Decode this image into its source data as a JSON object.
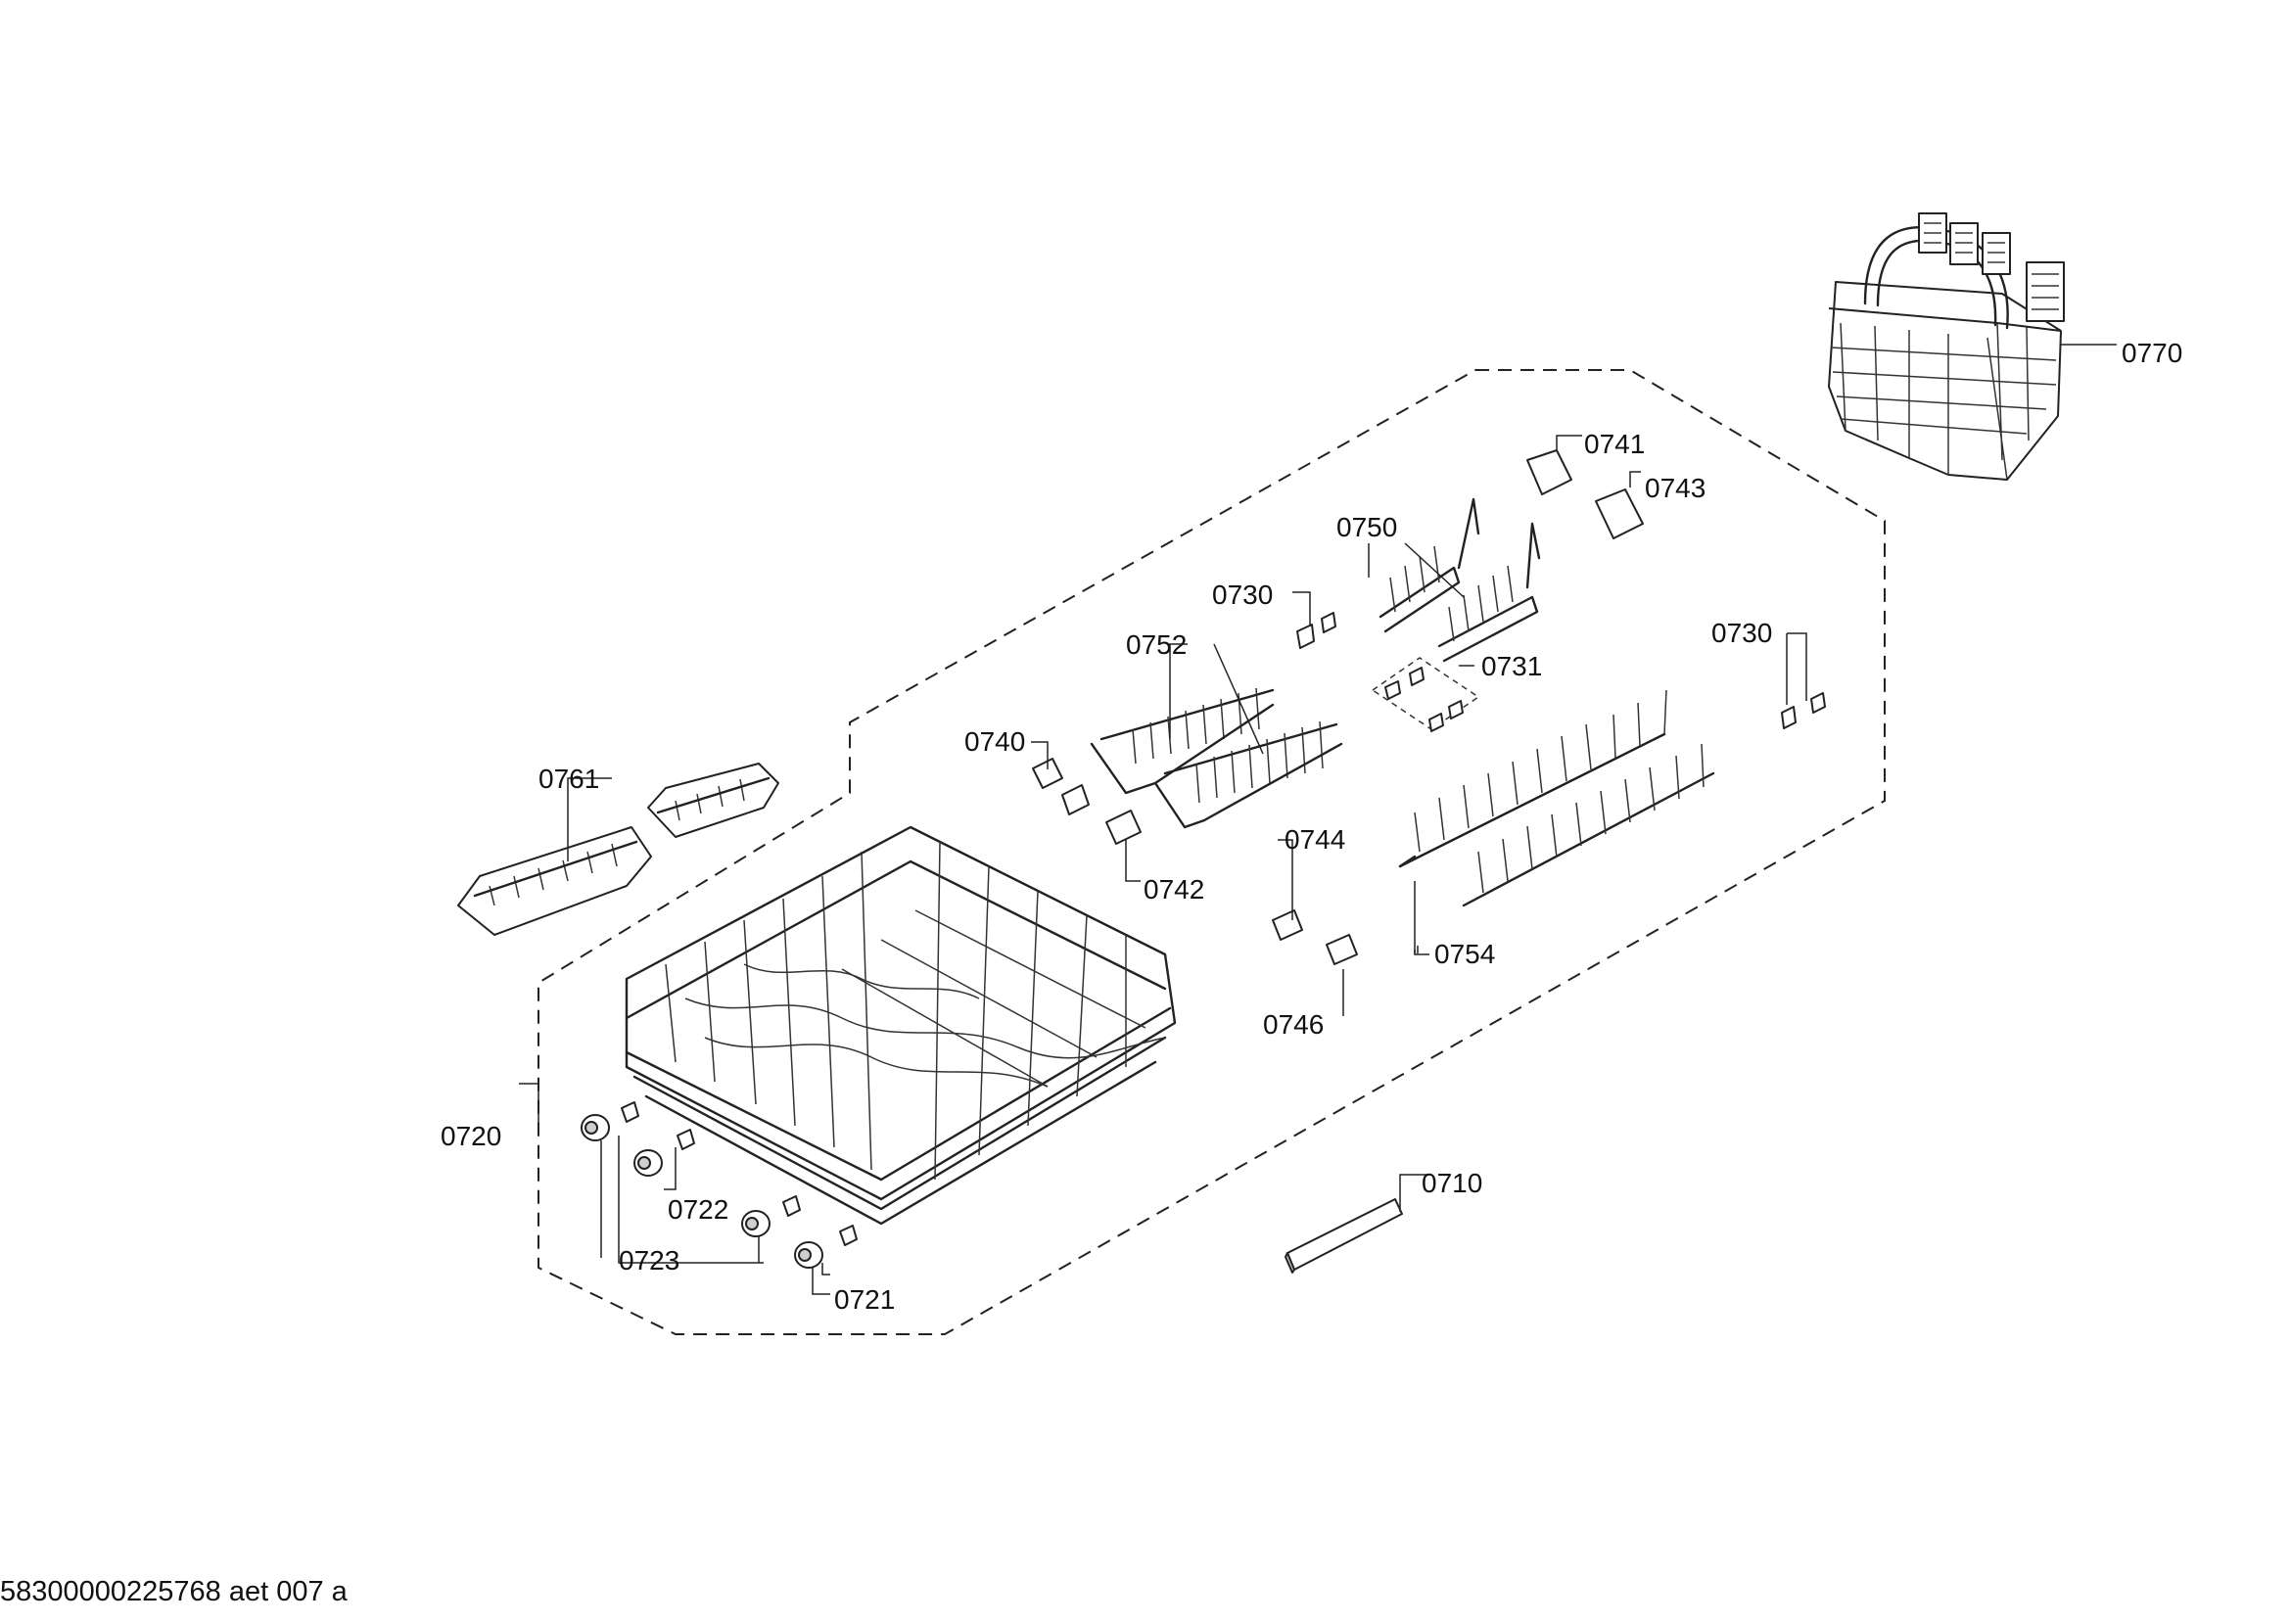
{
  "diagram": {
    "labels": {
      "p0710": "0710",
      "p0720": "0720",
      "p0721": "0721",
      "p0722": "0722",
      "p0723": "0723",
      "p0730a": "0730",
      "p0730b": "0730",
      "p0731": "0731",
      "p0740": "0740",
      "p0741": "0741",
      "p0742": "0742",
      "p0743": "0743",
      "p0744": "0744",
      "p0746": "0746",
      "p0750": "0750",
      "p0752": "0752",
      "p0754": "0754",
      "p0761": "0761",
      "p0770": "0770"
    },
    "footer": "58300000225768 aet 007 a"
  }
}
